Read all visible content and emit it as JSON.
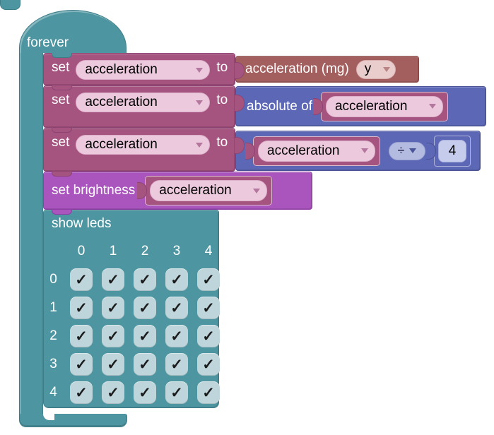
{
  "forever": {
    "label": "forever"
  },
  "set_rows": [
    {
      "set": "set",
      "variable": "acceleration",
      "to": "to"
    },
    {
      "set": "set",
      "variable": "acceleration",
      "to": "to"
    },
    {
      "set": "set",
      "variable": "acceleration",
      "to": "to"
    }
  ],
  "accel_value": {
    "label": "acceleration (mg)",
    "axis": "y"
  },
  "absolute_value": {
    "label": "absolute of",
    "variable": "acceleration"
  },
  "math_value": {
    "variable": "acceleration",
    "operator": "÷",
    "operand": "4"
  },
  "brightness": {
    "label": "set brightness",
    "variable": "acceleration"
  },
  "show_leds": {
    "label": "show leds",
    "column_headers": [
      "0",
      "1",
      "2",
      "3",
      "4"
    ],
    "row_headers": [
      "0",
      "1",
      "2",
      "3",
      "4"
    ],
    "checked_glyph": "✓"
  },
  "colors": {
    "loop_teal": "#4D96A1",
    "variables_magenta": "#A5537F",
    "variable_pill_pink": "#EDC9DE",
    "input_red": "#A35E5E",
    "input_pill": "#E9CCCC",
    "math_blue": "#5C67B6",
    "math_pill": "#B3BBE1",
    "number_field": "#C6CCEC",
    "led_purple": "#A955BD",
    "checkbox_fill": "#BED6DB",
    "background": "#FFFFFF"
  }
}
